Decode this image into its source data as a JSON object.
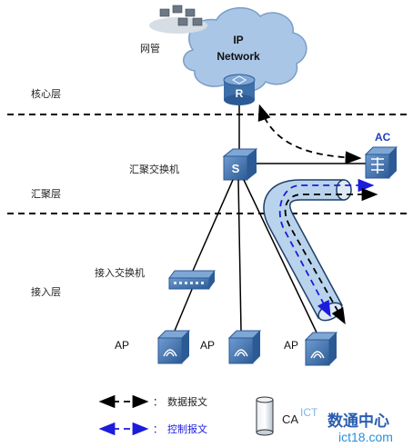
{
  "cloud": {
    "line1": "IP",
    "line2": "Network"
  },
  "labels": {
    "nms": "网管",
    "core_layer": "核心层",
    "agg_switch": "汇聚交换机",
    "agg_layer": "汇聚层",
    "access_switch": "接入交换机",
    "access_layer": "接入层",
    "ac": "AC",
    "router_glyph": "R",
    "switch_glyph": "S"
  },
  "aps": [
    {
      "label": "AP"
    },
    {
      "label": "AP"
    },
    {
      "label": "AP"
    }
  ],
  "legend": {
    "data_packet": "数据报文",
    "control_packet": "控制报文",
    "colon": "：",
    "tunnel_prefix": "CA"
  },
  "watermark": {
    "brand": "数通中心",
    "site": "ict18.com",
    "corner": "ICT"
  },
  "colors": {
    "cloud": "#a9c6e6",
    "device_blue": "#3f6fa8",
    "tunnel": "#b9d3ec",
    "data_arrow": "#000000",
    "control_arrow": "#1c1cdc",
    "ac_accent": "#1f3fbf"
  }
}
